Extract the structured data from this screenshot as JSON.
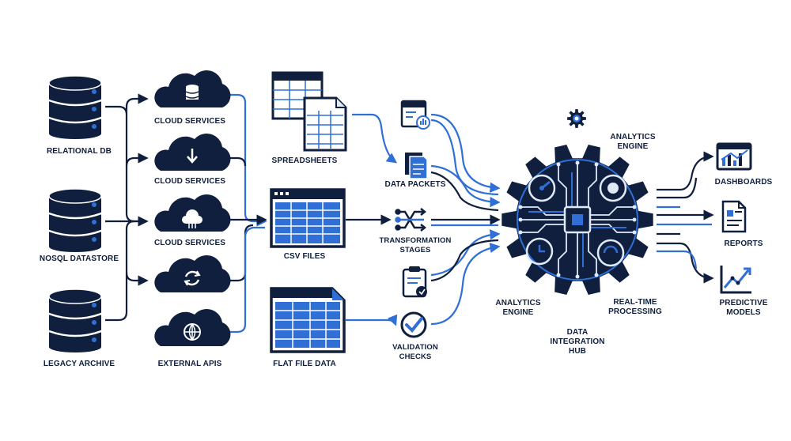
{
  "colors": {
    "navy": "#0f1f3d",
    "blue": "#2f6fd6",
    "light": "#dfe9f7",
    "white": "#ffffff"
  },
  "sources": [
    {
      "label": "RELATIONAL DB",
      "icon": "database-icon"
    },
    {
      "label": "NoSQL DATASTORE",
      "icon": "database-icon"
    },
    {
      "label": "LEGACY ARCHIVE",
      "icon": "database-icon"
    }
  ],
  "cloud_services": [
    {
      "label": "CLOUD SERVICES",
      "icon": "cloud-database-icon"
    },
    {
      "label": "CLOUD SERVICES",
      "icon": "cloud-download-icon"
    },
    {
      "label": "CLOUD SERVICES",
      "icon": "cloud-network-icon"
    },
    {
      "label": "",
      "icon": "cloud-sync-icon"
    },
    {
      "label": "EXTERNAL APIs",
      "icon": "cloud-globe-icon"
    }
  ],
  "files": [
    {
      "label": "SPREADSHEETS",
      "icon": "spreadsheet-icon"
    },
    {
      "label": "CSV FILES",
      "icon": "csv-file-icon"
    },
    {
      "label": "FLAT FILE DATA",
      "icon": "flat-file-icon"
    }
  ],
  "processing": [
    {
      "label": "",
      "icon": "report-chart-icon"
    },
    {
      "label": "DATA PACKETS",
      "icon": "data-packets-icon"
    },
    {
      "label": "TRANSFORMATION\nSTAGES",
      "icon": "transform-arrows-icon"
    },
    {
      "label": "",
      "icon": "clipboard-icon"
    },
    {
      "label": "VALIDATION\nCHECKS",
      "icon": "checkmark-icon"
    }
  ],
  "hub": {
    "top_label": "ANALYTICS\nENGINE",
    "left_label": "ANALYTICS\nENGINE",
    "bottom_label": "DATA\nINTEGRATION\nHUB",
    "right_label": "REAL-TIME\nPROCESSING",
    "icon": "circuit-gear-hub-icon"
  },
  "outputs": [
    {
      "label": "DASHBOARDS",
      "icon": "dashboard-icon"
    },
    {
      "label": "REPORTS",
      "icon": "report-icon"
    },
    {
      "label": "PREDICTIVE\nMODELS",
      "icon": "trend-chart-icon"
    }
  ]
}
